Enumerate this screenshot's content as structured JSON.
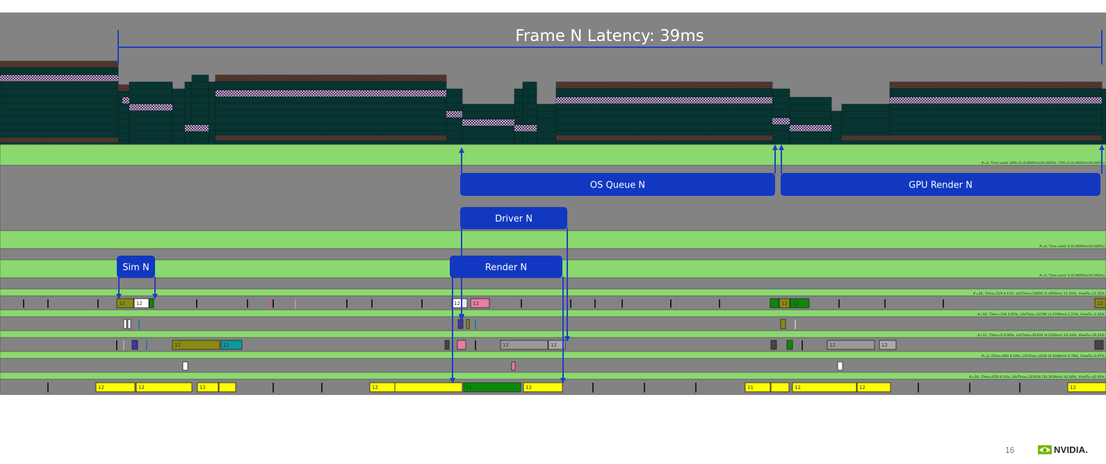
{
  "slide": {
    "page_number": "16",
    "logo_text": "NVIDIA."
  },
  "diagram": {
    "title": "Frame N Latency: 39ms",
    "boxes": [
      {
        "id": "os-queue",
        "label": "OS Queue N"
      },
      {
        "id": "gpu-render",
        "label": "GPU Render N"
      },
      {
        "id": "driver",
        "label": "Driver N"
      },
      {
        "id": "sim",
        "label": "Sim N"
      },
      {
        "id": "render",
        "label": "Render N"
      }
    ],
    "row_annotations": [
      "#=0, Time used: GPU=0 (0.0000ms)(0.000%), CPU=0 (0.0000ms)(0.000%)",
      "#=0, Time used: 0 (0.0000ms)(0.000%)",
      "#=0, Time used: 0 (0.0000ms)(0.000%)",
      "#=36, iTime=529 0.11%, LifeTime=54956 (5.4956ms) 11.40%, ViewTo=11.52%",
      "#=18, iTime=236 0.05%, LifeTime=10790 (1.0790ms) 2.21%, ViewTo=2.26%",
      "#=31, iTime=0 0.00%, LifeTime=91926 (9.1926ms) 19.24%, ViewTo=19.24%",
      "#=3, iTime=900 0.19%, LifeTime=4546 (0.4546ms) 0.78%, ViewTo=0.97%",
      "#=26, iTime=678 0.14%, LifeTime=203436 (20.3436ms) 42.48%, ViewTo=42.63%"
    ],
    "block_label": "12",
    "block_label_alt": "11",
    "colors": {
      "background": "#838383",
      "lane_green": "#8bd86f",
      "box_blue": "#1238c2",
      "arrow_blue": "#1d3fc4",
      "stack_dark": "#073532",
      "packet_yellow": "#ffff00",
      "packet_olive": "#8b8b10",
      "packet_green": "#0a8a0a",
      "packet_teal": "#0a9a9a",
      "packet_pink": "#e87fa0"
    }
  }
}
